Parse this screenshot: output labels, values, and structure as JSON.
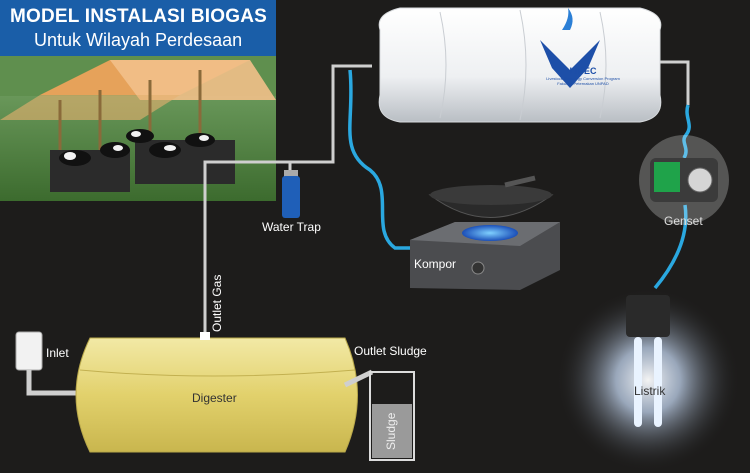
{
  "title": {
    "line1": "MODEL INSTALASI BIOGAS",
    "line2": "Untuk Wilayah Perdesaan"
  },
  "labels": {
    "water_trap": "Water Trap",
    "kompor": "Kompor",
    "genset": "Genset",
    "listrik": "Listrik",
    "outlet_gas": "Outlet Gas",
    "inlet": "Inlet",
    "digester": "Digester",
    "outlet_sludge": "Outlet Sludge",
    "sludge": "Sludge"
  },
  "gas_holder_logo": {
    "name": "LIBEC",
    "line1": "Livestock Bioenergy Conversion Program",
    "line2": "Fakultas Peternakan UNPAD"
  },
  "colors": {
    "background": "#1d1c1b",
    "title_box": "#1a5ea8",
    "hose": "#2aa8e0",
    "digester": "#e6d77a",
    "pipe": "#c9c9c9"
  }
}
